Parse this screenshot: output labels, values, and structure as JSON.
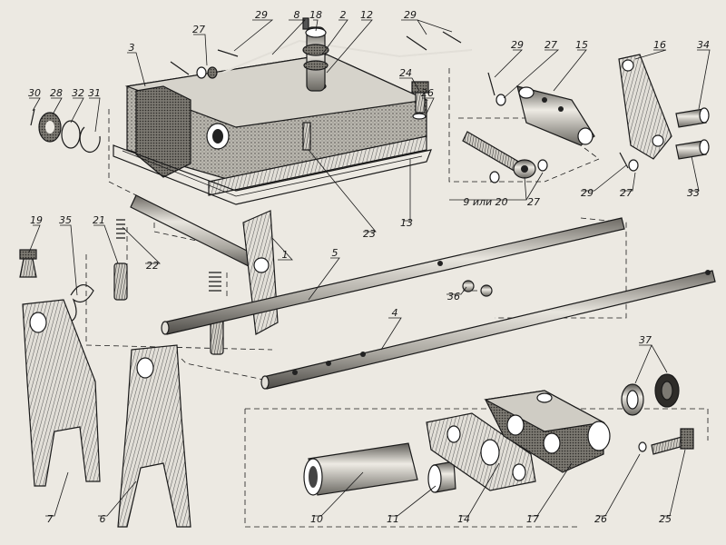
{
  "labels": {
    "l1": "1",
    "l2": "2",
    "l3": "3",
    "l4": "4",
    "l5": "5",
    "l6": "6",
    "l7": "7",
    "l8": "8",
    "l10": "10",
    "l11": "11",
    "l12": "12",
    "l13": "13",
    "l14": "14",
    "l15": "15",
    "l16": "16",
    "l17": "17",
    "l18": "18",
    "l19": "19",
    "l21": "21",
    "l22": "22",
    "l23": "23",
    "l24": "24",
    "l25": "25",
    "l26a": "26",
    "l26b": "26",
    "l27a": "27",
    "l27b": "27",
    "l27c": "27",
    "l27d": "27",
    "l28": "28",
    "l29a": "29",
    "l29b": "29",
    "l29c": "29",
    "l29d": "29",
    "l30": "30",
    "l31": "31",
    "l32": "32",
    "l33": "33",
    "l34": "34",
    "l35": "35",
    "l36": "36",
    "l37": "37",
    "l9or20": "9 или 20"
  },
  "colors": {
    "paper": "#ece9e2",
    "ink": "#1a1a1a",
    "metal": "#c9c6be",
    "metal_dark": "#8f8c85",
    "metal_light": "#e2dfd8"
  }
}
